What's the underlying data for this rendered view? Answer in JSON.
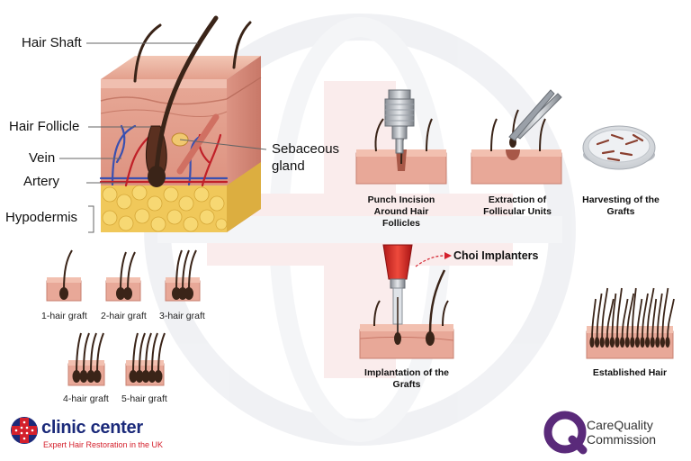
{
  "anatomy": {
    "hair_shaft": "Hair Shaft",
    "hair_follicle": "Hair Follicle",
    "vein": "Vein",
    "artery": "Artery",
    "hypodermis": "Hypodermis",
    "sebaceous_line1": "Sebaceous",
    "sebaceous_line2": "gland"
  },
  "grafts": [
    {
      "label": "1-hair graft",
      "hairs": 1
    },
    {
      "label": "2-hair graft",
      "hairs": 2
    },
    {
      "label": "3-hair graft",
      "hairs": 3
    },
    {
      "label": "4-hair graft",
      "hairs": 4
    },
    {
      "label": "5-hair graft",
      "hairs": 5
    }
  ],
  "steps": {
    "punch_line1": "Punch Incision",
    "punch_line2": "Around Hair",
    "punch_line3": "Follicles",
    "extraction_line1": "Extraction of",
    "extraction_line2": "Follicular Units",
    "harvest_line1": "Harvesting of the",
    "harvest_line2": "Grafts",
    "implant_line1": "Implantation of the",
    "implant_line2": "Grafts",
    "choi": "Choi Implanters",
    "established": "Established Hair"
  },
  "branding": {
    "clinic_name": "clinic center",
    "clinic_tagline": "Expert Hair Restoration in the UK",
    "cqc_line1": "CareQuality",
    "cqc_line2": "Commission"
  },
  "colors": {
    "skin": "#e8a898",
    "fat": "#f0c85a",
    "hair": "#3a2418",
    "vein": "#3a50b0",
    "artery": "#c02028",
    "brand_blue": "#1b2a7a",
    "brand_red": "#d4202c",
    "cqc_purple": "#5a2a7a"
  }
}
